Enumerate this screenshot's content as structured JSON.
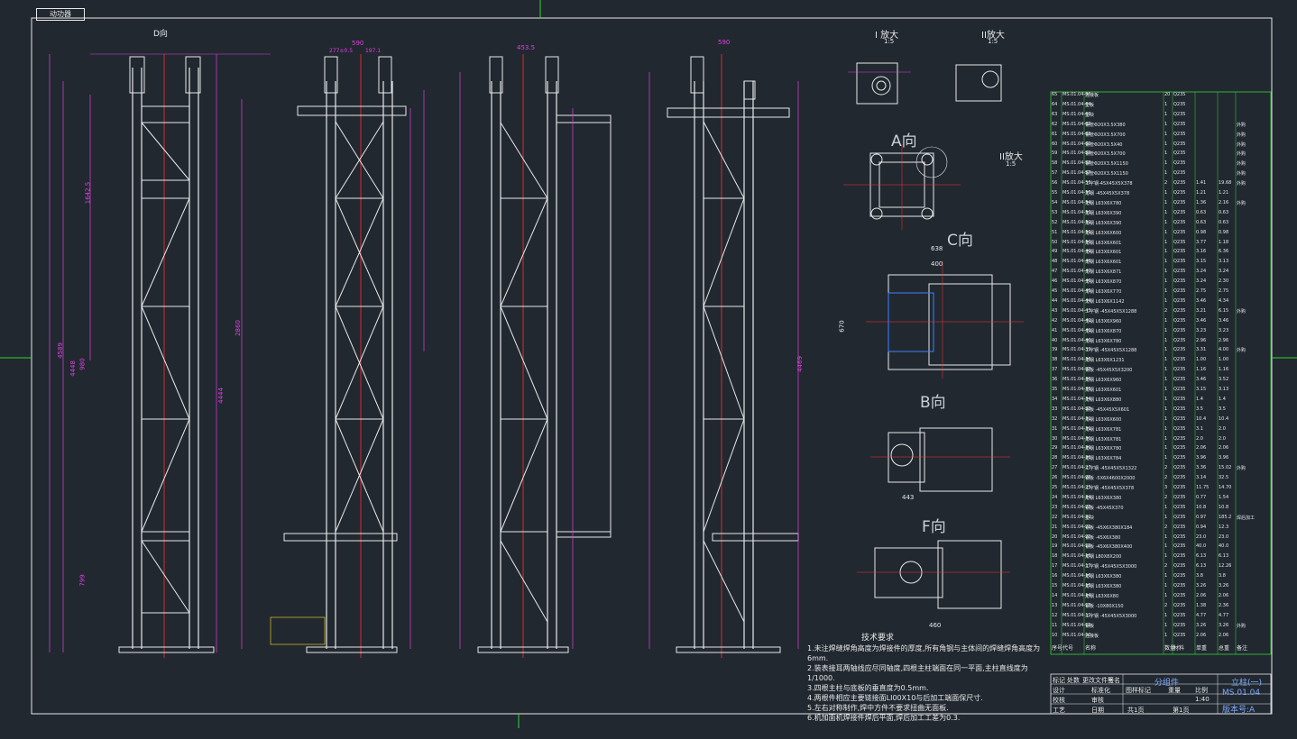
{
  "tab_label": "动功器",
  "views": {
    "d_view": "D向",
    "a_view": "A向",
    "b_view": "B向",
    "c_view": "C向",
    "f_view": "F向",
    "detail_1": "I 放大",
    "detail_2": "II放大",
    "detail_3": "II放大",
    "detail_1_scale": "1:5",
    "detail_2_scale": "1:5",
    "detail_3_scale": "1:5"
  },
  "dims": {
    "front_total": "4589",
    "front_main": "4448",
    "front_sub": "4444",
    "front_mid": "980",
    "front_top": "1642.5",
    "front_bottom": "799",
    "top_width": "590",
    "top_parts": "277±0.5",
    "top_part2": "197.1",
    "view3_width": "453.5",
    "view4_width": "590",
    "side_height": "2860",
    "side_height2": "4469",
    "c_width1": "638",
    "c_width2": "400",
    "c_height": "670",
    "b_width": "443",
    "f_width": "460"
  },
  "tech_notes": {
    "heading": "技术要求",
    "lines": [
      "1.未注焊缝焊角高度为焊接件的厚度,所有角钢与主体间的焊缝焊角高度为6mm.",
      "2.装表接耳两轴线应尽同轴度,四根主柱端面在同一平面,主柱直线度为1/1000.",
      "3.四根主柱与底板的垂直度为0.5mm.",
      "4.两根件相应主要链接面LI00X10与后加工端面保尺寸.",
      "5.左右对称制作,焊中方件不要求扭曲无面板.",
      "6.机加面机焊接件焊后平面,焊后加工工差为0.3."
    ]
  },
  "title_block": {
    "drawing_name": "立柱(一)",
    "drawing_no": "MS.01.04",
    "version": "版本号:A",
    "group": "分组件",
    "scale": "1:40",
    "sheet": "第1页",
    "total": "共1页",
    "material_stage": "图样标记",
    "weight": "重量",
    "scale_label": "比例",
    "design": "设计",
    "check": "校核",
    "approve": "审核",
    "process": "工艺",
    "standard": "标准化",
    "date": "日期",
    "mark": "标记",
    "count": "处数",
    "change_no": "更改文件号",
    "sign": "签名"
  },
  "bom": {
    "headers": [
      "序号",
      "代号",
      "名称",
      "数量",
      "材料",
      "单重",
      "总重",
      "备注"
    ],
    "rows": [
      [
        "65",
        "MS.01.04-65",
        "连接板",
        "20",
        "Q235",
        "",
        "",
        ""
      ],
      [
        "64",
        "MS.01.04-64",
        "垫板",
        "1",
        "Q235",
        "",
        "",
        ""
      ],
      [
        "63",
        "MS.01.04-63",
        "垫块",
        "1",
        "Q235",
        "",
        "",
        ""
      ],
      [
        "62",
        "MS.01.04-62",
        "钢管Φ20X3.5X380",
        "1",
        "Q235",
        "",
        "",
        "外购"
      ],
      [
        "61",
        "MS.01.04-61",
        "钢管Φ20X3.5X700",
        "1",
        "Q235",
        "",
        "",
        "外购"
      ],
      [
        "60",
        "MS.01.04-60",
        "钢管Φ20X3.5X40",
        "1",
        "Q235",
        "",
        "",
        "外购"
      ],
      [
        "59",
        "MS.01.04-59",
        "钢管Φ20X3.5X700",
        "1",
        "Q235",
        "",
        "",
        "外购"
      ],
      [
        "58",
        "MS.01.04-58",
        "钢管Φ20X3.5X1150",
        "1",
        "Q235",
        "",
        "",
        "外购"
      ],
      [
        "57",
        "MS.01.04-57",
        "钢管Φ20X3.5X1150",
        "1",
        "Q235",
        "",
        "",
        "外购"
      ],
      [
        "56",
        "MS.01.04-56",
        "工字钢-45X45X5X378",
        "2",
        "Q235",
        "1.41",
        "19.68",
        "外购"
      ],
      [
        "55",
        "MS.01.04-55",
        "角钢 -45X45X5X378",
        "1",
        "Q235",
        "1.21",
        "1.21",
        ""
      ],
      [
        "54",
        "MS.01.04-54",
        "角钢 L63X6X780",
        "1",
        "Q235",
        "1.36",
        "2.16",
        "外购"
      ],
      [
        "53",
        "MS.01.04-53",
        "角钢 L63X6X390",
        "1",
        "Q235",
        "0.63",
        "0.63",
        ""
      ],
      [
        "52",
        "MS.01.04-52",
        "角钢 L63X6X390",
        "1",
        "Q235",
        "0.63",
        "0.63",
        ""
      ],
      [
        "51",
        "MS.01.04-51",
        "角钢 L63X6X600",
        "1",
        "Q235",
        "0.98",
        "0.98",
        ""
      ],
      [
        "50",
        "MS.01.04-50",
        "角钢 L63X6X601",
        "1",
        "Q235",
        "3.77",
        "1.18",
        ""
      ],
      [
        "49",
        "MS.01.04-49",
        "角钢 L63X6X601",
        "1",
        "Q235",
        "3.16",
        "6.36",
        ""
      ],
      [
        "48",
        "MS.01.04-48",
        "角钢 L63X6X601",
        "1",
        "Q235",
        "3.15",
        "3.13",
        ""
      ],
      [
        "47",
        "MS.01.04-47",
        "角钢 L63X6X871",
        "1",
        "Q235",
        "3.24",
        "3.24",
        ""
      ],
      [
        "46",
        "MS.01.04-46",
        "角钢 L63X6X870",
        "1",
        "Q235",
        "3.24",
        "2.30",
        ""
      ],
      [
        "45",
        "MS.01.04-45",
        "角钢 L63X6X770",
        "1",
        "Q235",
        "2.75",
        "2.75",
        ""
      ],
      [
        "44",
        "MS.01.04-44",
        "角钢 L63X6X1142",
        "1",
        "Q235",
        "3.46",
        "4.34",
        ""
      ],
      [
        "43",
        "MS.01.04-43",
        "工字钢 -45X45X5X1288",
        "2",
        "Q235",
        "3.21",
        "6.15",
        "外购"
      ],
      [
        "42",
        "MS.01.04-42",
        "角钢 L63X6X960",
        "1",
        "Q235",
        "3.46",
        "3.46",
        ""
      ],
      [
        "41",
        "MS.01.04-41",
        "角钢 L63X6X870",
        "1",
        "Q235",
        "3.23",
        "3.23",
        ""
      ],
      [
        "40",
        "MS.01.04-40",
        "角钢 L63X6X780",
        "1",
        "Q235",
        "2.96",
        "2.96",
        ""
      ],
      [
        "39",
        "MS.01.04-39",
        "工字钢 -45X45X5X1288",
        "1",
        "Q235",
        "3.31",
        "4.00",
        "外购"
      ],
      [
        "38",
        "MS.01.04-38",
        "角钢 L63X6X1231",
        "1",
        "Q235",
        "1.00",
        "1.00",
        ""
      ],
      [
        "37",
        "MS.01.04-37",
        "钢板 -45X45X5X3200",
        "1",
        "Q235",
        "1.16",
        "1.16",
        ""
      ],
      [
        "36",
        "MS.01.04-36",
        "角钢 L63X6X960",
        "1",
        "Q235",
        "3.46",
        "3.52",
        ""
      ],
      [
        "35",
        "MS.01.04-35",
        "角钢 L63X6X601",
        "1",
        "Q235",
        "3.15",
        "3.13",
        ""
      ],
      [
        "34",
        "MS.01.04-34",
        "角钢 L63X6X880",
        "1",
        "Q235",
        "1.4",
        "1.4",
        ""
      ],
      [
        "33",
        "MS.01.04-33",
        "钢板 -45X45X5X601",
        "1",
        "Q235",
        "3.5",
        "3.5",
        ""
      ],
      [
        "32",
        "MS.01.04-32",
        "角钢 L63X6X600",
        "1",
        "Q235",
        "10.4",
        "10.4",
        ""
      ],
      [
        "31",
        "MS.01.04-31",
        "角钢 L63X6X781",
        "1",
        "Q235",
        "3.1",
        "2.0",
        ""
      ],
      [
        "30",
        "MS.01.04-30",
        "角钢 L63X6X781",
        "1",
        "Q235",
        "2.0",
        "2.0",
        ""
      ],
      [
        "29",
        "MS.01.04-29",
        "角钢 L63X6X780",
        "1",
        "Q235",
        "2.06",
        "2.06",
        ""
      ],
      [
        "28",
        "MS.01.04-28",
        "角钢 L63X6X784",
        "1",
        "Q235",
        "3.96",
        "3.96",
        ""
      ],
      [
        "27",
        "MS.01.04-27",
        "工字钢 -45X45X5X1322",
        "2",
        "Q235",
        "3.36",
        "15.02",
        "外购"
      ],
      [
        "26",
        "MS.01.04-26",
        "钢板 -5X6X4600X2000",
        "2",
        "Q235",
        "3.14",
        "32.5",
        ""
      ],
      [
        "25",
        "MS.01.04-25",
        "工字钢 -45X45X5X378",
        "3",
        "Q235",
        "11.75",
        "14.70",
        ""
      ],
      [
        "24",
        "MS.01.04-24",
        "角钢 L63X6X380",
        "2",
        "Q235",
        "0.77",
        "1.54",
        ""
      ],
      [
        "23",
        "MS.01.04-23",
        "钢板 -45X45X370",
        "1",
        "Q235",
        "10.8",
        "10.8",
        ""
      ],
      [
        "22",
        "MS.01.04-22",
        "垫块",
        "1",
        "Q235",
        "0.97",
        "185.2",
        "焊后加工"
      ],
      [
        "21",
        "MS.01.04-21",
        "钢板 -45X6X380X184",
        "2",
        "Q235",
        "0.94",
        "12.3",
        ""
      ],
      [
        "20",
        "MS.01.04-20",
        "钢板 -45X6X380",
        "1",
        "Q235",
        "23.0",
        "23.0",
        ""
      ],
      [
        "19",
        "MS.01.04-19",
        "钢板 -45X6X380X400",
        "1",
        "Q235",
        "40.0",
        "40.0",
        ""
      ],
      [
        "18",
        "MS.01.04-18",
        "角钢 L80X8X200",
        "1",
        "Q235",
        "6.13",
        "6.13",
        ""
      ],
      [
        "17",
        "MS.01.04-17",
        "工字钢 -45X45X5X3000",
        "2",
        "Q235",
        "6.13",
        "12.26",
        ""
      ],
      [
        "16",
        "MS.01.04-16",
        "角钢 L63X6X380",
        "1",
        "Q235",
        "3.8",
        "3.8",
        ""
      ],
      [
        "15",
        "MS.01.04-15",
        "角钢 L63X6X380",
        "1",
        "Q235",
        "3.26",
        "3.26",
        ""
      ],
      [
        "14",
        "MS.01.04-14",
        "角钢 L63X6X80",
        "1",
        "Q235",
        "2.06",
        "2.06",
        ""
      ],
      [
        "13",
        "MS.01.04-13",
        "钢板 -10X80X150",
        "2",
        "Q235",
        "1.38",
        "2.36",
        ""
      ],
      [
        "12",
        "MS.01.04-12",
        "工字钢 -45X45X5X3000",
        "1",
        "Q235",
        "4.77",
        "4.77",
        ""
      ],
      [
        "11",
        "MS.01.04-11",
        "钢板",
        "1",
        "Q235",
        "3.26",
        "3.26",
        "外购"
      ],
      [
        "10",
        "MS.01.04-10",
        "连接板",
        "1",
        "Q235",
        "2.06",
        "2.06",
        ""
      ]
    ]
  }
}
